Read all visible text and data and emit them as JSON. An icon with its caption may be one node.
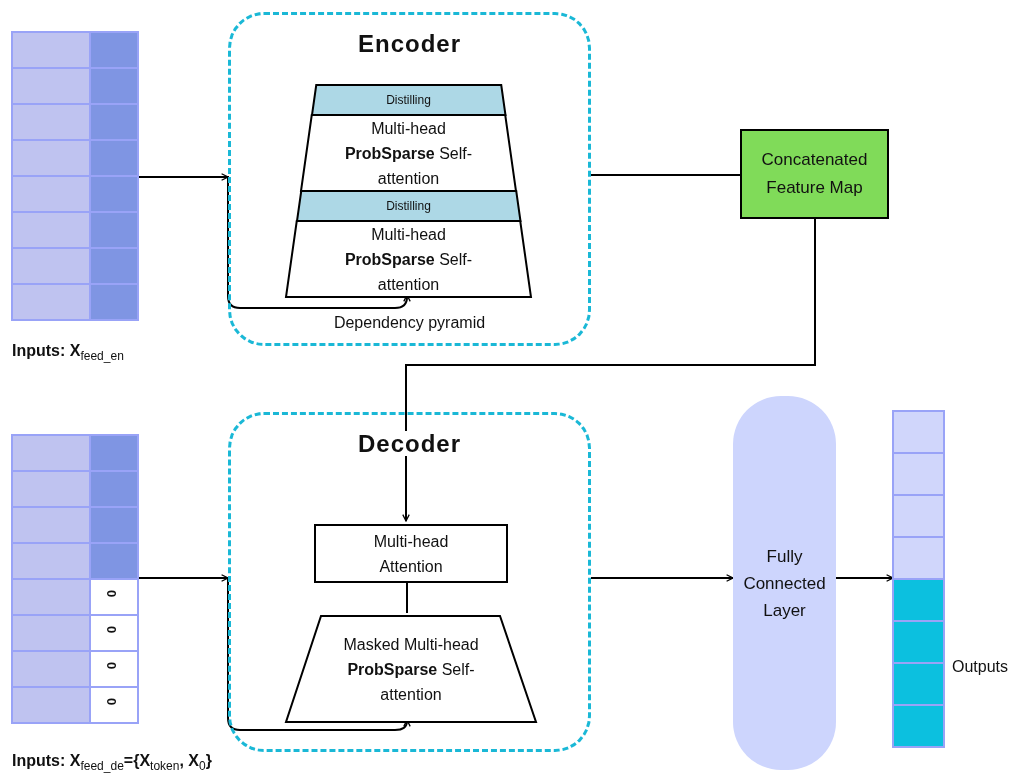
{
  "diagram": {
    "nodes": [
      {
        "text": [],
        "shape": "box",
        "beside": [
          "**Inputs: X**$_{feed_en}$"
        ]
      },
      {
        "text": [
          "Encoder",
          "Dependency pyramid"
        ]
      },
      {
        "text": [
          "Distilling"
        ],
        "in": 1
      },
      {
        "text": [
          "Multi-head **ProbSparse** Self-attention"
        ],
        "in": 1
      },
      {
        "text": [
          "Distilling"
        ],
        "in": 1
      },
      {
        "text": [
          "Multi-head **ProbSparse** Self-attention"
        ],
        "in": 1
      },
      {
        "text": [
          "Concatenated Feature Map"
        ]
      },
      {
        "text": [],
        "shape": "box",
        "beside": [
          "**Inputs: X**$_{feed_de}$={**X**$_{token}$, **X**$_{0}$}"
        ]
      },
      {
        "text": [
          "Decoder"
        ]
      },
      {
        "text": [
          "Multi-head Attention"
        ],
        "in": 8
      },
      {
        "text": [
          "Masked Multi-head **ProbSparse** Self-attention"
        ],
        "in": 8
      },
      {
        "text": [
          "Fully Connected Layer"
        ]
      },
      {
        "text": [],
        "shape": "box",
        "beside": [
          "Outputs"
        ]
      }
    ],
    "edges": [
      {
        "from": 0,
        "to": 1,
        "arrow": "to"
      },
      {
        "from": 0,
        "to": 5,
        "arrow": "to"
      },
      {
        "from": 1,
        "to": 6,
        "arrow": "none"
      },
      {
        "from": 6,
        "to": 9,
        "arrow": "to"
      },
      {
        "from": 7,
        "to": 8,
        "arrow": "to"
      },
      {
        "from": 7,
        "to": 10,
        "arrow": "to"
      },
      {
        "from": 9,
        "to": 10,
        "arrow": "none"
      },
      {
        "from": 8,
        "to": 11,
        "arrow": "to"
      },
      {
        "from": 11,
        "to": 12,
        "arrow": "to"
      }
    ],
    "labels": [
      "0",
      "0",
      "0",
      "0"
    ]
  }
}
